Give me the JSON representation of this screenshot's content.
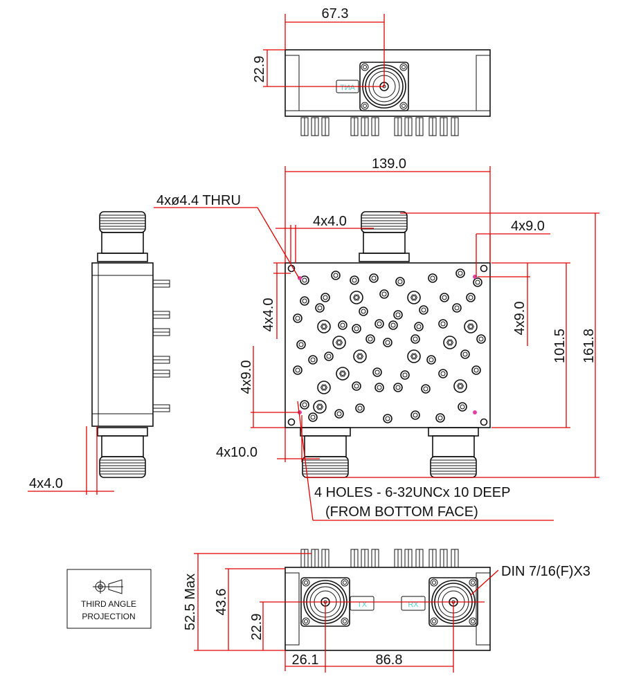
{
  "drawing": {
    "top_view": {
      "dim_width": "67.3",
      "dim_height": "22.9",
      "port_label": "ANT"
    },
    "main_view": {
      "dim_overall_width": "139.0",
      "dim_overall_height": "161.8",
      "dim_plate_height": "101.5",
      "hole_note": "4xø4.4 THRU",
      "dim_hole_offset_x_top": "4x4.0",
      "dim_hole_offset_x_right": "4x9.0",
      "dim_hole_offset_y_right": "4x9.0",
      "dim_hole_offset_y_left_top": "4x4.0",
      "dim_hole_offset_y_left_bottom": "4x9.0",
      "dim_hole_offset_x_bottom": "4x10.0",
      "tapped_note_line1": "4 HOLES - 6-32UNCx 10  DEEP",
      "tapped_note_line2": "(FROM BOTTOM FACE)"
    },
    "side_view": {
      "dim_offset": "4x4.0"
    },
    "bottom_view": {
      "dim_max_height": "52.5 Max",
      "dim_body_height": "43.6",
      "dim_connector_height": "22.9",
      "dim_connector_offset": "26.1",
      "dim_connector_spacing": "86.8",
      "connector_note": "DIN 7/16(F)X3",
      "port_labels": [
        "TX",
        "RX"
      ]
    },
    "projection_symbol": {
      "line1": "THIRD ANGLE",
      "line2": "PROJECTION"
    },
    "colors": {
      "dimension": "#e00000",
      "outline": "#111111",
      "label": "#55cccc"
    }
  }
}
